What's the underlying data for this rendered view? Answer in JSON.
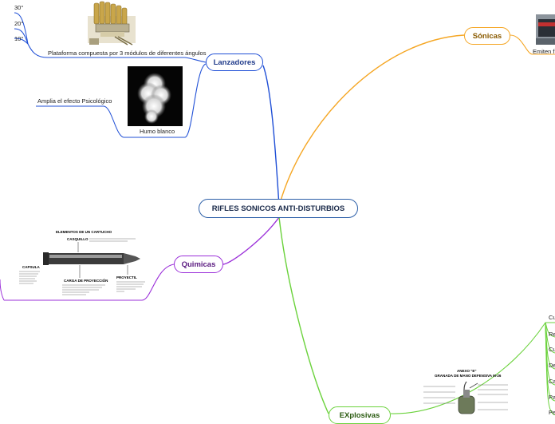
{
  "central": {
    "label": "RIFLES SONICOS ANTI-DISTURBIOS"
  },
  "branches": {
    "lanzadores": {
      "label": "Lanzadores",
      "color": "#1f4fd6"
    },
    "sonicas": {
      "label": "Sónicas",
      "color": "#f5a623"
    },
    "quimicas": {
      "label": "Quimicas",
      "color": "#9b30d9"
    },
    "explosivas": {
      "label": "EXplosivas",
      "color": "#6bd23c"
    }
  },
  "lanzadores_leaves": {
    "angle_30": "30°",
    "angle_20": "20°",
    "angle_10": "10°",
    "plataforma": "Plataforma compuesta por 3 módulos de diferentes ángulos",
    "humo": "Humo blanco",
    "amplia": "Amplia el efecto Psicológico"
  },
  "sonicas_leaves": {
    "emiten": "Emiten fre"
  },
  "quimicas_image": {
    "title": "ELEMENTOS DE UN CARTUCHO",
    "casquillo": "CASQUILLO",
    "capsula": "CAPSULA",
    "carga": "CARGA DE PROYECCIÓN",
    "proyectil": "PROYECTIL"
  },
  "explosivas_image": {
    "title1": "ANEXO \"E\"",
    "title2": "GRANADA DE MANO DEFENSIVA M-26"
  },
  "explosivas_leaves": {
    "l1": "Cu",
    "l2": "Re",
    "l3": "Cu",
    "l4": "De",
    "l5": "Ca",
    "l6": "Pa",
    "l7": "Pe"
  }
}
